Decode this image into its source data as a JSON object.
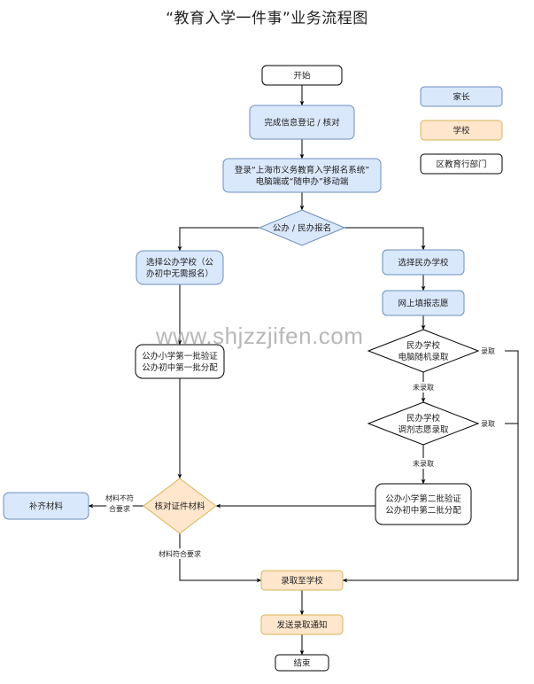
{
  "title": "“教育入学一件事”业务流程图",
  "watermark": "www.shjzzjifen.com",
  "colors": {
    "parent_fill": "#dae8fc",
    "parent_stroke": "#6c8ebf",
    "school_fill": "#ffe6cc",
    "school_stroke": "#d6b656",
    "dept_fill": "#ffffff",
    "dept_stroke": "#000000",
    "decision_fill": "#ffffff",
    "decision_stroke": "#000000",
    "line": "#000000"
  },
  "legend": [
    {
      "id": "legend-parent",
      "label": "家长",
      "role": "parent"
    },
    {
      "id": "legend-school",
      "label": "学校",
      "role": "school"
    },
    {
      "id": "legend-dept",
      "label": "区教育行部门",
      "role": "dept"
    }
  ],
  "nodes": [
    {
      "id": "start",
      "shape": "rect",
      "role": "dept",
      "lines": [
        "开始"
      ]
    },
    {
      "id": "info-register",
      "shape": "rect",
      "role": "parent",
      "lines": [
        "完成信息登记 / 核对"
      ]
    },
    {
      "id": "login-system",
      "shape": "rect",
      "role": "parent",
      "lines": [
        "登录“上海市义务教育入学报名系统”",
        "电脑端或“随申办”移动端"
      ]
    },
    {
      "id": "public-private-choice",
      "shape": "diamond",
      "role": "parent",
      "lines": [
        "公办 / 民办报名"
      ]
    },
    {
      "id": "choose-public",
      "shape": "rect",
      "role": "parent",
      "lines": [
        "选择公办学校（公",
        "办初中无需报名）"
      ]
    },
    {
      "id": "choose-private",
      "shape": "rect",
      "role": "parent",
      "lines": [
        "选择民办学校"
      ]
    },
    {
      "id": "fill-preference",
      "shape": "rect",
      "role": "parent",
      "lines": [
        "网上填报志愿"
      ]
    },
    {
      "id": "public-batch-1",
      "shape": "rect",
      "role": "dept",
      "lines": [
        "公办小学第一批验证",
        "公办初中第一批分配"
      ]
    },
    {
      "id": "private-lottery",
      "shape": "diamond",
      "role": "dept",
      "lines": [
        "民办学校",
        "电脑随机录取"
      ]
    },
    {
      "id": "private-adjust",
      "shape": "diamond",
      "role": "dept",
      "lines": [
        "民办学校",
        "调剂志愿录取"
      ]
    },
    {
      "id": "public-batch-2",
      "shape": "rect",
      "role": "dept",
      "lines": [
        "公办小学第二批验证",
        "公办初中第二批分配"
      ]
    },
    {
      "id": "verify-docs",
      "shape": "diamond",
      "role": "school",
      "lines": [
        "核对证件材料"
      ]
    },
    {
      "id": "supplement-docs",
      "shape": "rect",
      "role": "parent",
      "lines": [
        "补齐材料"
      ]
    },
    {
      "id": "admit-school",
      "shape": "rect",
      "role": "school",
      "lines": [
        "录取至学校"
      ]
    },
    {
      "id": "send-notice",
      "shape": "rect",
      "role": "school",
      "lines": [
        "发送录取通知"
      ]
    },
    {
      "id": "end",
      "shape": "rect",
      "role": "dept",
      "lines": [
        "结束"
      ]
    }
  ],
  "edges": [
    {
      "id": "e-start-info",
      "from": "start",
      "to": "info-register",
      "label": ""
    },
    {
      "id": "e-info-login",
      "from": "info-register",
      "to": "login-system",
      "label": ""
    },
    {
      "id": "e-login-choice",
      "from": "login-system",
      "to": "public-private-choice",
      "label": ""
    },
    {
      "id": "e-choice-public",
      "from": "public-private-choice",
      "to": "choose-public",
      "label": ""
    },
    {
      "id": "e-choice-private",
      "from": "public-private-choice",
      "to": "choose-private",
      "label": ""
    },
    {
      "id": "e-private-fill",
      "from": "choose-private",
      "to": "fill-preference",
      "label": ""
    },
    {
      "id": "e-public-batch1",
      "from": "choose-public",
      "to": "public-batch-1",
      "label": ""
    },
    {
      "id": "e-fill-lottery",
      "from": "fill-preference",
      "to": "private-lottery",
      "label": ""
    },
    {
      "id": "e-lottery-adjust",
      "from": "private-lottery",
      "to": "private-adjust",
      "label": "未录取"
    },
    {
      "id": "e-adjust-batch2",
      "from": "private-adjust",
      "to": "public-batch-2",
      "label": "未录取"
    },
    {
      "id": "e-lottery-admit",
      "from": "private-lottery",
      "to": "admit-school",
      "label": "录取"
    },
    {
      "id": "e-adjust-admit",
      "from": "private-adjust",
      "to": "admit-school",
      "label": "录取"
    },
    {
      "id": "e-batch1-verify",
      "from": "public-batch-1",
      "to": "verify-docs",
      "label": ""
    },
    {
      "id": "e-batch2-verify",
      "from": "public-batch-2",
      "to": "verify-docs",
      "label": ""
    },
    {
      "id": "e-verify-supplement",
      "from": "verify-docs",
      "to": "supplement-docs",
      "label": "材料不符合要求"
    },
    {
      "id": "e-verify-admit",
      "from": "verify-docs",
      "to": "admit-school",
      "label": "材料符合要求"
    },
    {
      "id": "e-admit-notice",
      "from": "admit-school",
      "to": "send-notice",
      "label": ""
    },
    {
      "id": "e-notice-end",
      "from": "send-notice",
      "to": "end",
      "label": ""
    }
  ]
}
